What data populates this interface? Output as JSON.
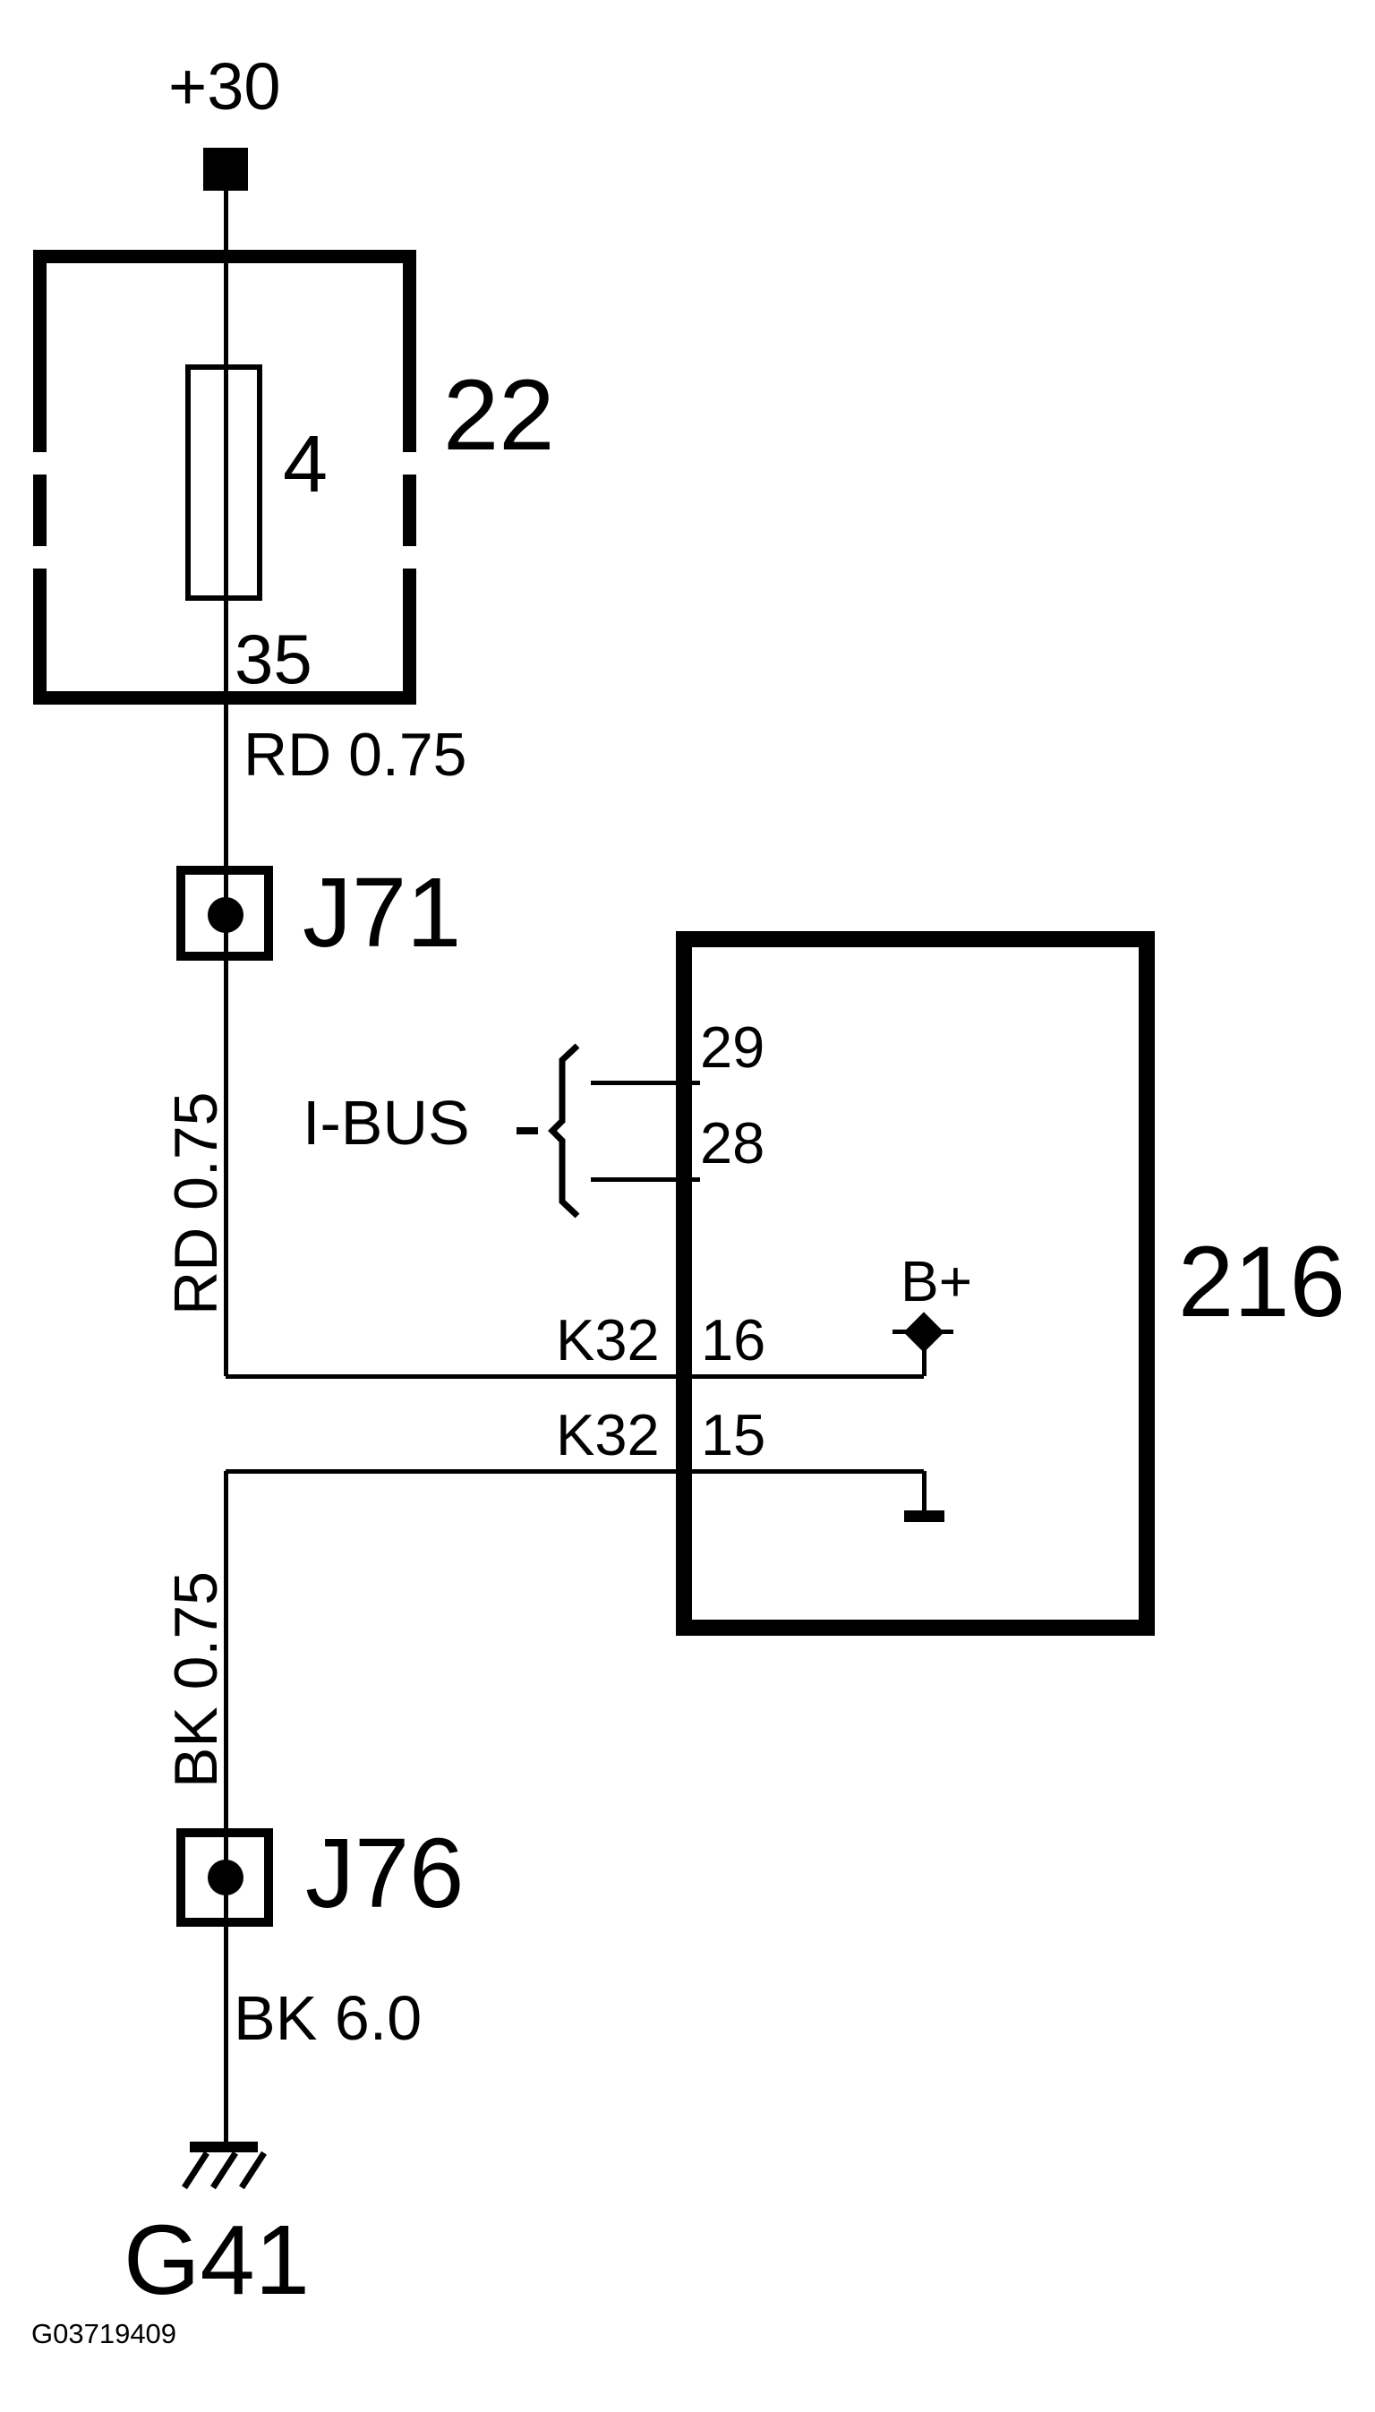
{
  "diagram": {
    "power_source": {
      "label": "+30"
    },
    "fuse_box": {
      "id": "22",
      "fuse_value": "4",
      "output_pin": "35"
    },
    "wires": {
      "feed_horizontal": "RD 0.75",
      "feed_vertical": "RD 0.75",
      "ground_vertical": "BK 0.75",
      "ground_heavy": "BK 6.0"
    },
    "splices": {
      "feed": "J71",
      "ground": "J76"
    },
    "module": {
      "id": "216",
      "bus_label": "I-BUS",
      "bus_dash": "-",
      "connector": "K32",
      "pins": {
        "p29": "29",
        "p28": "28",
        "p16": "16",
        "p15": "15"
      },
      "internal_power": "B+"
    },
    "ground": {
      "id": "G41"
    },
    "figure_id": "G03719409"
  }
}
